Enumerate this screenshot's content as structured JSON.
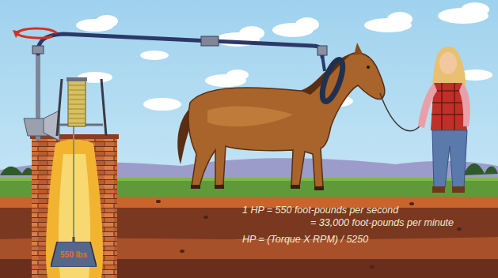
{
  "diagram": {
    "nodes": [
      {
        "text": [
          "550 lbs"
        ]
      }
    ],
    "labels": [
      "1 HP = 550 foot-pounds per second",
      "= 33,000 foot-pounds per minute",
      "HP = (Torque X RPM) / 5250"
    ]
  }
}
